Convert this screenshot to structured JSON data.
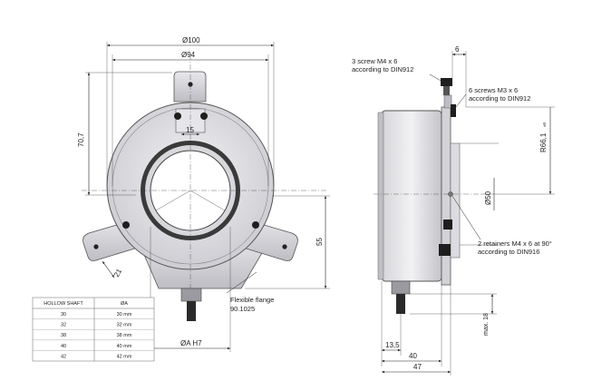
{
  "front_view": {
    "dims": {
      "d100": "Ø100",
      "d94": "Ø94",
      "h70_7": "70,7",
      "w15": "15",
      "w21": "21",
      "h55": "55",
      "bore": "ØA H7"
    },
    "flange_note": [
      "Flexible flange",
      "90.1025"
    ]
  },
  "side_view": {
    "dims": {
      "w6": "6",
      "d50": "Ø50",
      "r66_1": "R66,1",
      "r66_1_sub": "±0",
      "w13_5": "13,5",
      "w40": "40",
      "w47": "47",
      "max18": "max. 18"
    },
    "notes": {
      "screw_m4": [
        "3 screw M4 x 6",
        "according to DIN912"
      ],
      "screw_m3": [
        "6 screws M3 x 6",
        "according to DIN912"
      ],
      "retainers": [
        "2 retainers M4 x 6 at 90°",
        "according to DIN916"
      ]
    }
  },
  "table": {
    "headers": [
      "HOLLOW SHAFT",
      "ØA"
    ],
    "rows": [
      [
        "30",
        "30 mm"
      ],
      [
        "32",
        "32 mm"
      ],
      [
        "38",
        "38 mm"
      ],
      [
        "40",
        "40 mm"
      ],
      [
        "42",
        "42 mm"
      ]
    ]
  }
}
